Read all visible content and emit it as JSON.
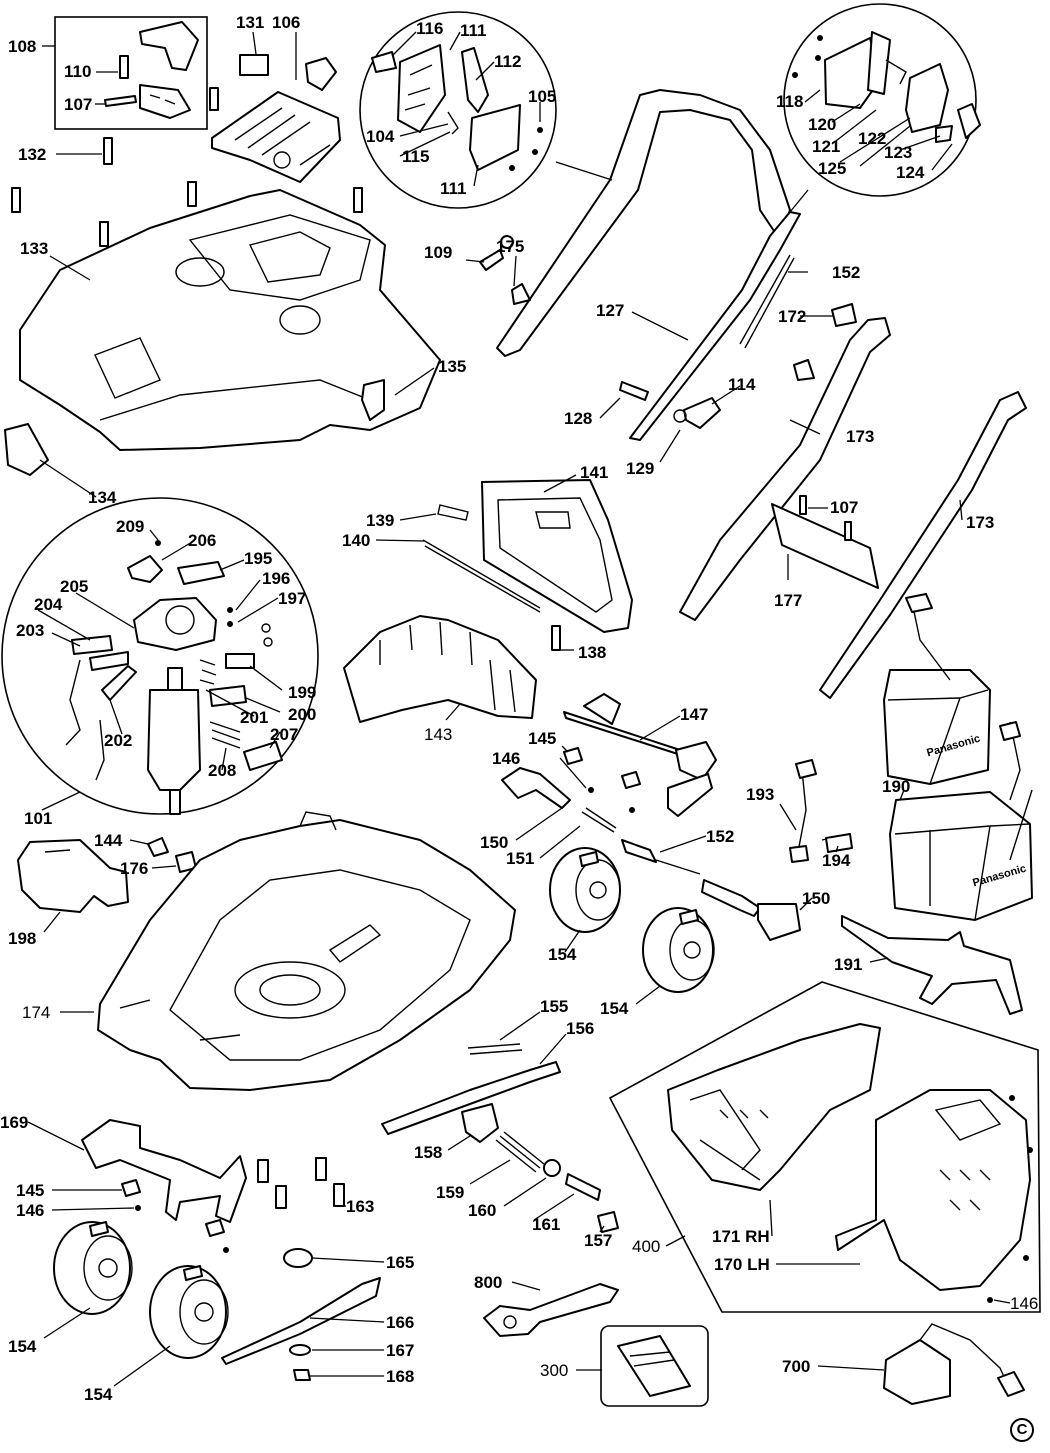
{
  "diagram": {
    "copyright_symbol": "C",
    "battery_brand": "Panasonic",
    "labels": [
      {
        "id": "108",
        "text": "108"
      },
      {
        "id": "110",
        "text": "110"
      },
      {
        "id": "107a",
        "text": "107"
      },
      {
        "id": "131",
        "text": "131"
      },
      {
        "id": "106",
        "text": "106"
      },
      {
        "id": "132",
        "text": "132"
      },
      {
        "id": "133",
        "text": "133"
      },
      {
        "id": "135",
        "text": "135"
      },
      {
        "id": "134",
        "text": "134"
      },
      {
        "id": "116",
        "text": "116"
      },
      {
        "id": "111a",
        "text": "111"
      },
      {
        "id": "112",
        "text": "112"
      },
      {
        "id": "105",
        "text": "105"
      },
      {
        "id": "104",
        "text": "104"
      },
      {
        "id": "115",
        "text": "115"
      },
      {
        "id": "111b",
        "text": "111"
      },
      {
        "id": "118",
        "text": "118"
      },
      {
        "id": "120",
        "text": "120"
      },
      {
        "id": "121",
        "text": "121"
      },
      {
        "id": "122",
        "text": "122"
      },
      {
        "id": "125",
        "text": "125"
      },
      {
        "id": "123",
        "text": "123"
      },
      {
        "id": "124",
        "text": "124"
      },
      {
        "id": "109",
        "text": "109"
      },
      {
        "id": "175",
        "text": "175"
      },
      {
        "id": "152a",
        "text": "152"
      },
      {
        "id": "127",
        "text": "127"
      },
      {
        "id": "172",
        "text": "172"
      },
      {
        "id": "114",
        "text": "114"
      },
      {
        "id": "128",
        "text": "128"
      },
      {
        "id": "129",
        "text": "129"
      },
      {
        "id": "173a",
        "text": "173"
      },
      {
        "id": "141",
        "text": "141"
      },
      {
        "id": "139",
        "text": "139"
      },
      {
        "id": "140",
        "text": "140"
      },
      {
        "id": "107b",
        "text": "107"
      },
      {
        "id": "173b",
        "text": "173"
      },
      {
        "id": "177",
        "text": "177"
      },
      {
        "id": "138",
        "text": "138"
      },
      {
        "id": "143",
        "text": "143"
      },
      {
        "id": "209",
        "text": "209"
      },
      {
        "id": "206",
        "text": "206"
      },
      {
        "id": "195",
        "text": "195"
      },
      {
        "id": "196",
        "text": "196"
      },
      {
        "id": "197",
        "text": "197"
      },
      {
        "id": "205",
        "text": "205"
      },
      {
        "id": "204",
        "text": "204"
      },
      {
        "id": "203",
        "text": "203"
      },
      {
        "id": "199",
        "text": "199"
      },
      {
        "id": "200",
        "text": "200"
      },
      {
        "id": "201",
        "text": "201"
      },
      {
        "id": "207",
        "text": "207"
      },
      {
        "id": "202",
        "text": "202"
      },
      {
        "id": "208",
        "text": "208"
      },
      {
        "id": "101",
        "text": "101"
      },
      {
        "id": "147",
        "text": "147"
      },
      {
        "id": "145a",
        "text": "145"
      },
      {
        "id": "146a",
        "text": "146"
      },
      {
        "id": "150a",
        "text": "150"
      },
      {
        "id": "151",
        "text": "151"
      },
      {
        "id": "152b",
        "text": "152"
      },
      {
        "id": "150b",
        "text": "150"
      },
      {
        "id": "154a",
        "text": "154"
      },
      {
        "id": "154b",
        "text": "154"
      },
      {
        "id": "190",
        "text": "190"
      },
      {
        "id": "193",
        "text": "193"
      },
      {
        "id": "194",
        "text": "194"
      },
      {
        "id": "191",
        "text": "191"
      },
      {
        "id": "144",
        "text": "144"
      },
      {
        "id": "176",
        "text": "176"
      },
      {
        "id": "198",
        "text": "198"
      },
      {
        "id": "174",
        "text": "174"
      },
      {
        "id": "155",
        "text": "155"
      },
      {
        "id": "156",
        "text": "156"
      },
      {
        "id": "158",
        "text": "158"
      },
      {
        "id": "159",
        "text": "159"
      },
      {
        "id": "160",
        "text": "160"
      },
      {
        "id": "161",
        "text": "161"
      },
      {
        "id": "157",
        "text": "157"
      },
      {
        "id": "169",
        "text": "169"
      },
      {
        "id": "145b",
        "text": "145"
      },
      {
        "id": "146b",
        "text": "146"
      },
      {
        "id": "163",
        "text": "163"
      },
      {
        "id": "165",
        "text": "165"
      },
      {
        "id": "166",
        "text": "166"
      },
      {
        "id": "167",
        "text": "167"
      },
      {
        "id": "168",
        "text": "168"
      },
      {
        "id": "154c",
        "text": "154"
      },
      {
        "id": "154d",
        "text": "154"
      },
      {
        "id": "800",
        "text": "800"
      },
      {
        "id": "300",
        "text": "300"
      },
      {
        "id": "700",
        "text": "700"
      },
      {
        "id": "400",
        "text": "400"
      },
      {
        "id": "171",
        "text": "171  RH"
      },
      {
        "id": "170",
        "text": "170 LH"
      },
      {
        "id": "146c",
        "text": "146"
      }
    ]
  }
}
